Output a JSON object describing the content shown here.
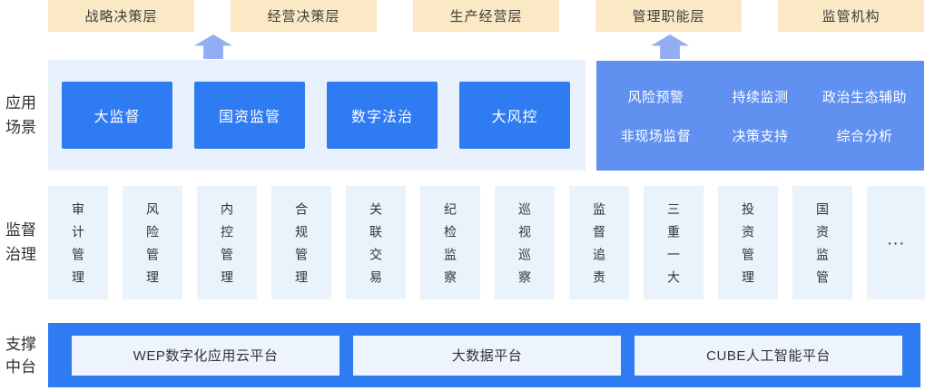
{
  "colors": {
    "accent_blue": "#2F7BF2",
    "panel_periwinkle": "#6090F0",
    "arrow_blue": "#93ADF4",
    "light_panel_bg": "#E9F1FC",
    "card_bg": "#EAF2FB",
    "cream_box_bg": "#FBE9C6",
    "platform_inner_bg": "#EEF4FD",
    "text_dark": "#3D3D3D"
  },
  "top_layers": [
    "战略决策层",
    "经营决策层",
    "生产经营层",
    "管理职能层",
    "监管机构"
  ],
  "sections": {
    "app": {
      "label_line1": "应用",
      "label_line2": "场景"
    },
    "governance": {
      "label_line1": "监督",
      "label_line2": "治理"
    },
    "platform": {
      "label_line1": "支撑",
      "label_line2": "中台"
    }
  },
  "app_scenarios": [
    "大监督",
    "国资监管",
    "数字法治",
    "大风控"
  ],
  "function_panel": [
    "风险预警",
    "持续监测",
    "政治生态辅助",
    "非现场监督",
    "决策支持",
    "综合分析"
  ],
  "governance_items": [
    "审计管理",
    "风险管理",
    "内控管理",
    "合规管理",
    "关联交易",
    "纪检监察",
    "巡视巡察",
    "监督追责",
    "三重一大",
    "投资管理",
    "国资监管",
    "···"
  ],
  "platforms": [
    "WEP数字化应用云平台",
    "大数据平台",
    "CUBE人工智能平台"
  ]
}
